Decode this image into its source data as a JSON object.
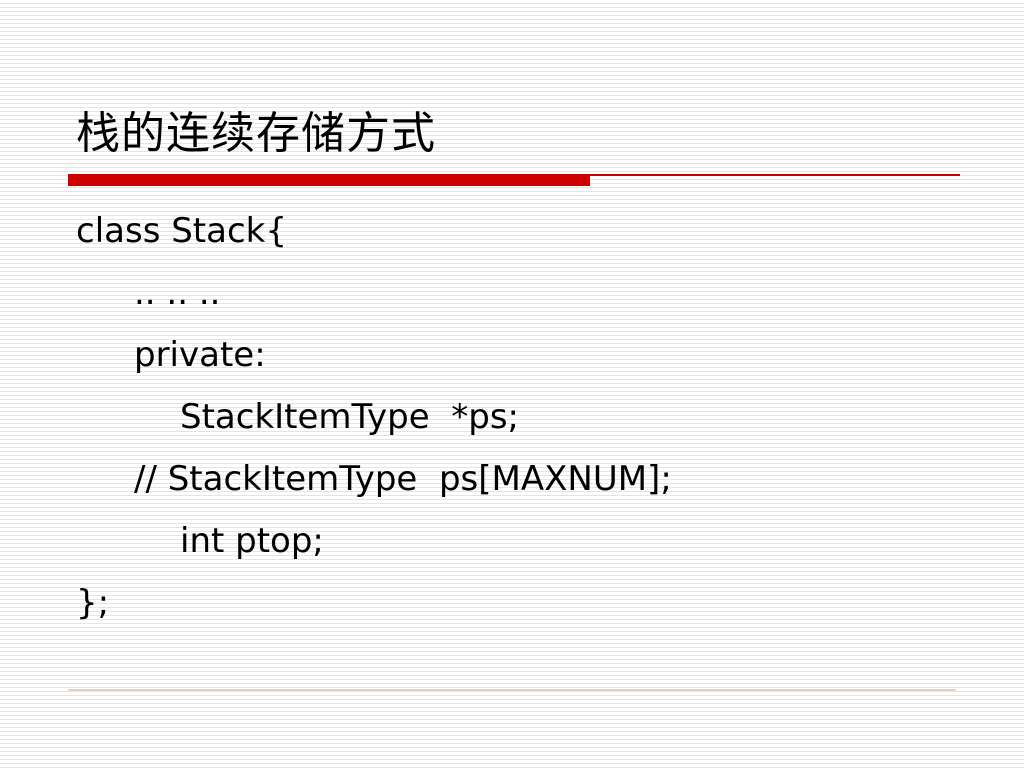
{
  "slide": {
    "title": "栈的连续存储方式",
    "accent_color": "#cc0000",
    "code_lines": [
      "class Stack{",
      ".. .. ..",
      "private:",
      "StackItemType  *ps;",
      "// StackItemType  ps[MAXNUM];",
      "int ptop;",
      "};"
    ]
  }
}
